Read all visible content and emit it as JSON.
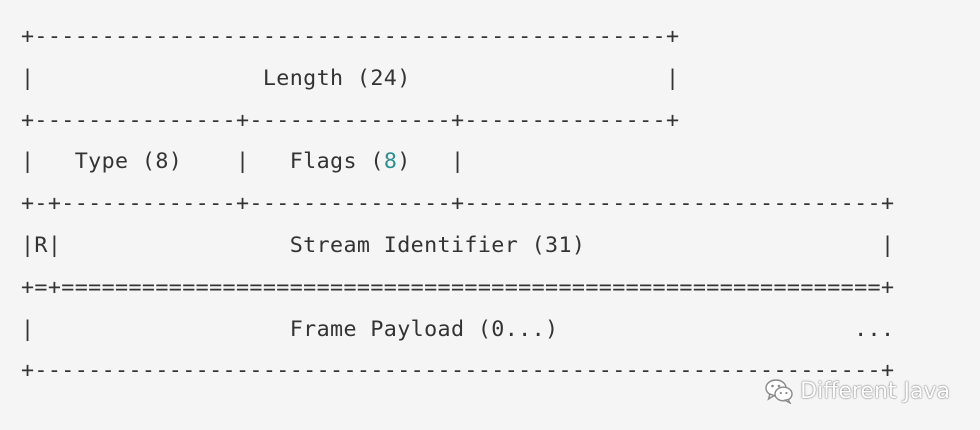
{
  "diagram": {
    "lines": [
      {
        "text": "+-----------------------------------------------+"
      },
      {
        "text": "|                 Length (24)                   |"
      },
      {
        "text": "+---------------+---------------+---------------+"
      },
      {
        "before": "|   Type (8)    |   Flags (",
        "highlight": "8",
        "after": ")   |"
      },
      {
        "text": "+-+-------------+---------------+-------------------------------+"
      },
      {
        "text": "|R|                 Stream Identifier (31)                      |"
      },
      {
        "text": "+=+=============================================================+"
      },
      {
        "text": "|                   Frame Payload (0...)                      ..."
      },
      {
        "text": "+---------------------------------------------------------------+"
      }
    ],
    "highlight_color": "#2a8f8f"
  },
  "watermark": {
    "icon": "wechat-icon",
    "text": "Different Java"
  }
}
